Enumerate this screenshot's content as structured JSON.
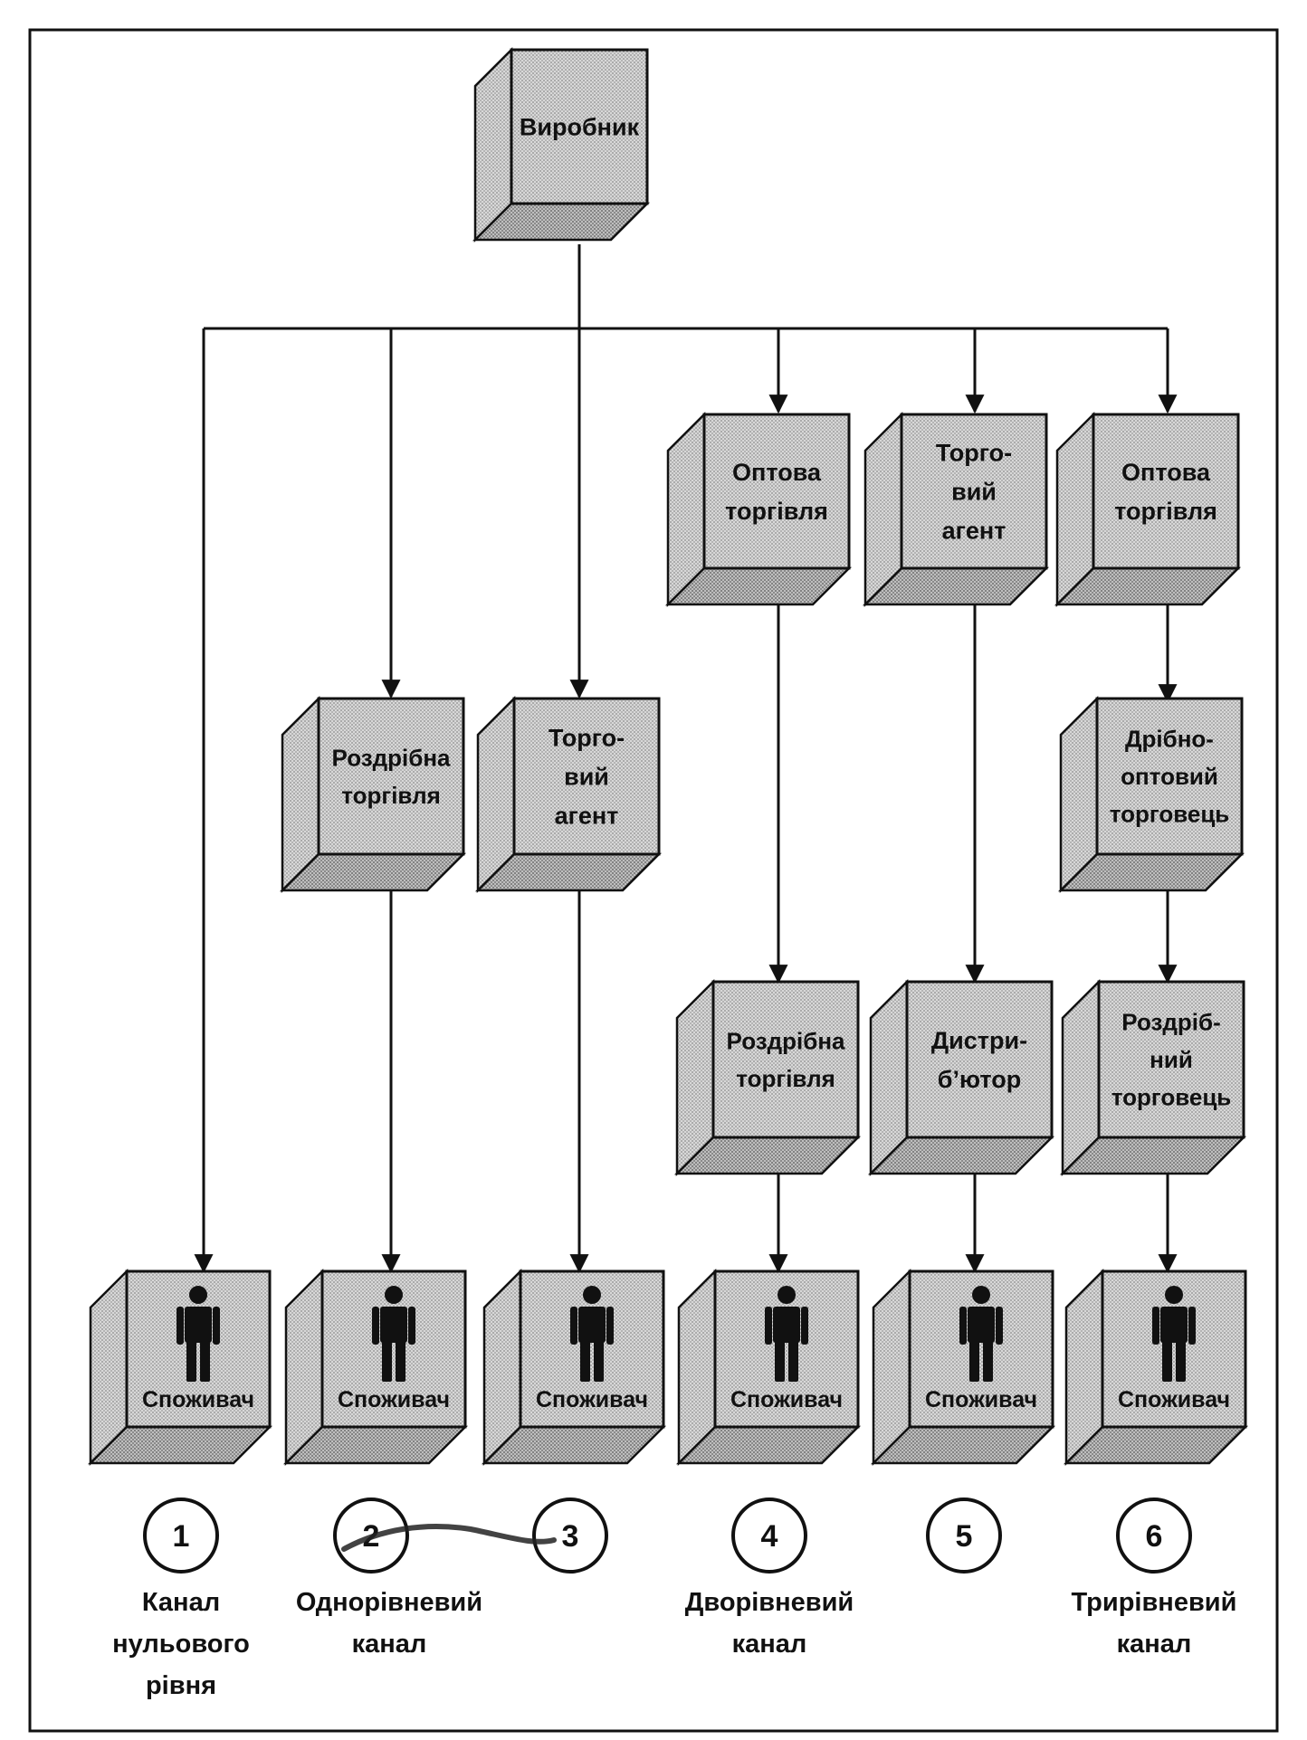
{
  "nodes": {
    "producer": [
      "Виробник"
    ],
    "wholesale_4": [
      "Оптова",
      "торгівля"
    ],
    "agent_5": [
      "Торго-",
      "вий",
      "агент"
    ],
    "wholesale_6": [
      "Оптова",
      "торгівля"
    ],
    "retail_2": [
      "Роздрібна",
      "торгівля"
    ],
    "agent_3": [
      "Торго-",
      "вий",
      "агент"
    ],
    "jobber_6": [
      "Дрібно-",
      "оптовий",
      "торговець"
    ],
    "retail_4": [
      "Роздрібна",
      "торгівля"
    ],
    "distributor_5": [
      "Дистри-",
      "б’ютор"
    ],
    "retailer_6": [
      "Роздріб-",
      "ний",
      "торговець"
    ]
  },
  "consumer_label": "Споживач",
  "channels": [
    {
      "number": "1",
      "caption": [
        "Канал",
        "нульового",
        "рівня"
      ]
    },
    {
      "number": "2",
      "caption": [
        "Однорівневий",
        "канал"
      ]
    },
    {
      "number": "3",
      "caption": []
    },
    {
      "number": "4",
      "caption": [
        "Дворівневий",
        "канал"
      ]
    },
    {
      "number": "5",
      "caption": []
    },
    {
      "number": "6",
      "caption": [
        "Трирівневий",
        "канал"
      ]
    }
  ],
  "colors": {
    "ink": "#111111",
    "box_fill": "#c9c9c9",
    "box_face_dark": "#9a9a9a",
    "box_side": "#bdbdbd",
    "background": "#ffffff"
  }
}
